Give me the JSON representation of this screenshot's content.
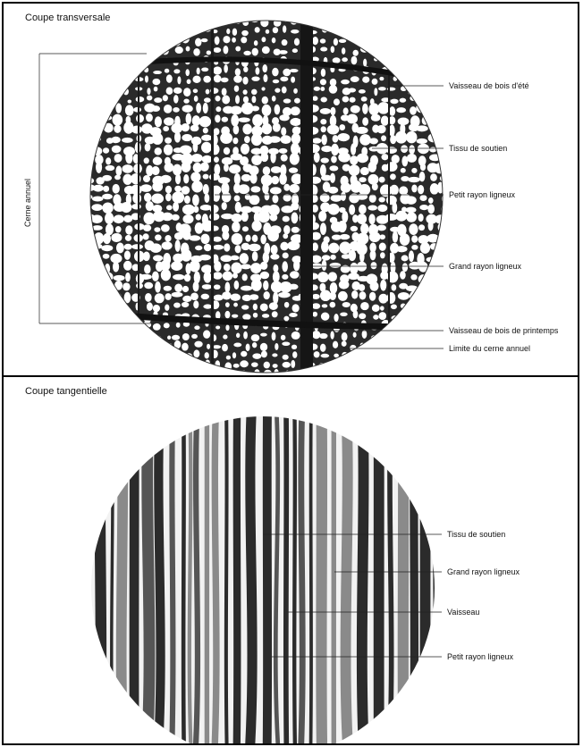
{
  "panels": {
    "transverse": {
      "title": "Coupe transversale",
      "bracket_label": "Cerne annuel",
      "labels": [
        "Vaisseau de bois d'été",
        "Tissu de soutien",
        "Petit rayon ligneux",
        "Grand rayon ligneux",
        "Vaisseau de bois de printemps",
        "Limite du cerne annuel"
      ]
    },
    "tangential": {
      "title": "Coupe tangentielle",
      "labels": [
        "Tissu de soutien",
        "Grand rayon ligneux",
        "Vaisseau",
        "Petit rayon ligneux"
      ]
    }
  },
  "colors": {
    "ink": "#1a1a1a",
    "paper": "#ffffff",
    "line": "#222222"
  }
}
